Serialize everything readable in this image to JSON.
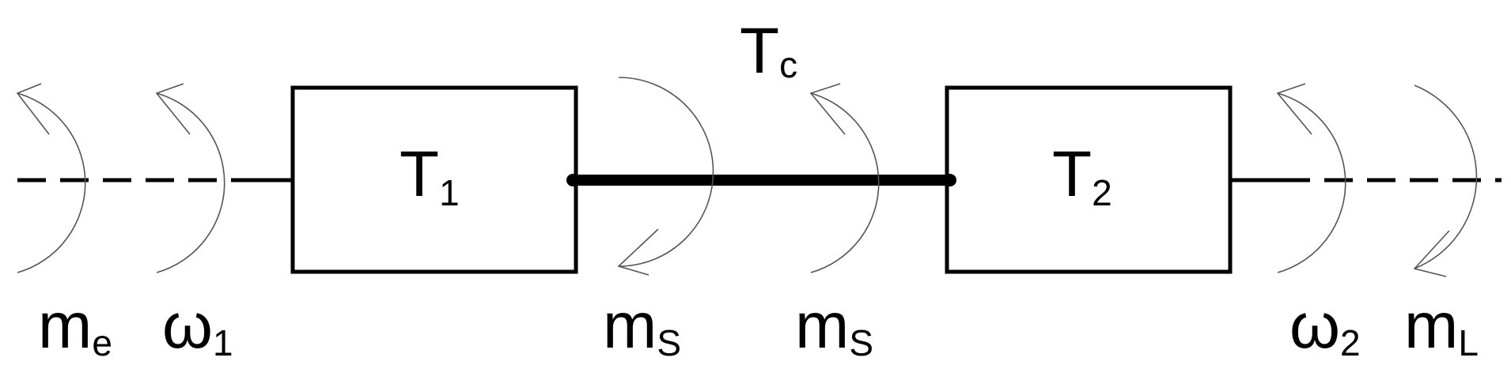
{
  "labels": {
    "tc": {
      "main": "T",
      "sub": "c"
    },
    "t1": {
      "main": "T",
      "sub": "1"
    },
    "t2": {
      "main": "T",
      "sub": "2"
    },
    "me": {
      "main": "m",
      "sub": "e"
    },
    "w1": {
      "main": "ω",
      "sub": "1"
    },
    "ms_left": {
      "main": "m",
      "sub": "S"
    },
    "ms_right": {
      "main": "m",
      "sub": "S"
    },
    "w2": {
      "main": "ω",
      "sub": "2"
    },
    "ml": {
      "main": "m",
      "sub": "L"
    }
  },
  "colors": {
    "line": "#000000",
    "arrow": "#555555",
    "background": "#ffffff"
  }
}
